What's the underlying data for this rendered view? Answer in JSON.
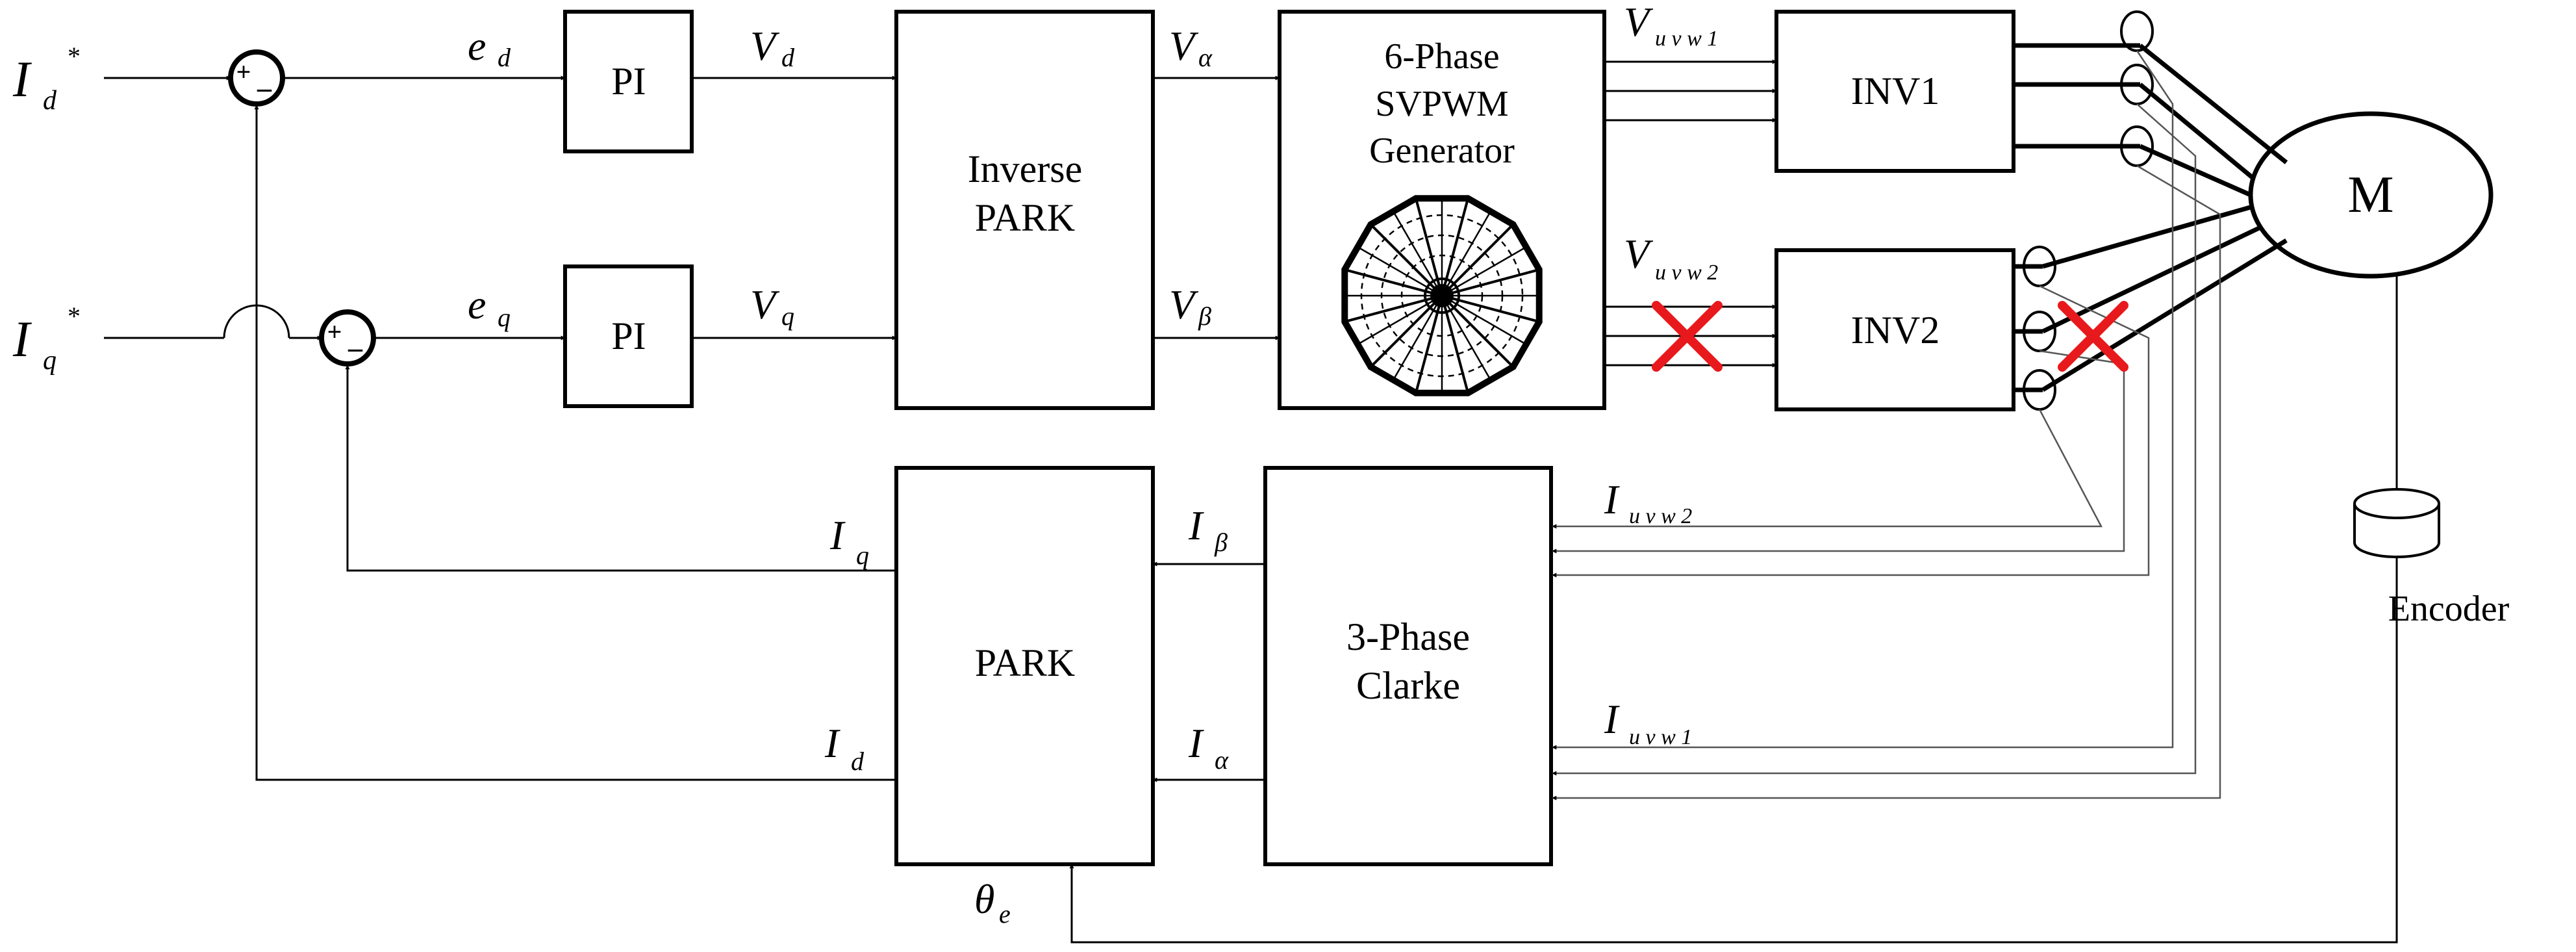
{
  "blocks": {
    "pi_d": "PI",
    "pi_q": "PI",
    "inverse_park": [
      "Inverse",
      "PARK"
    ],
    "svpwm": [
      "6-Phase",
      "SVPWM",
      "Generator"
    ],
    "inv1": "INV1",
    "inv2": "INV2",
    "park": "PARK",
    "clarke": [
      "3-Phase",
      "Clarke"
    ],
    "motor": "M",
    "encoder": "Encoder"
  },
  "summers": {
    "plus": "+",
    "minus": "–"
  },
  "signals": {
    "id_ref": {
      "main": "I",
      "sub": "d",
      "sup": "*"
    },
    "iq_ref": {
      "main": "I",
      "sub": "q",
      "sup": "*"
    },
    "ed": {
      "main": "e",
      "sub": "d"
    },
    "eq": {
      "main": "e",
      "sub": "q"
    },
    "vd": {
      "main": "V",
      "sub": "d"
    },
    "vq": {
      "main": "V",
      "sub": "q"
    },
    "v_alpha": {
      "main": "V",
      "sub": "α"
    },
    "v_beta": {
      "main": "V",
      "sub": "β"
    },
    "v_uvw1": {
      "main": "V",
      "sub": "u v w 1"
    },
    "v_uvw2": {
      "main": "V",
      "sub": "u v w 2"
    },
    "iq": {
      "main": "I",
      "sub": "q"
    },
    "id": {
      "main": "I",
      "sub": "d"
    },
    "i_beta": {
      "main": "I",
      "sub": "β"
    },
    "i_alpha": {
      "main": "I",
      "sub": "α"
    },
    "i_uvw2": {
      "main": "I",
      "sub": "u v w 2"
    },
    "i_uvw1": {
      "main": "I",
      "sub": "u v w 1"
    },
    "theta_e": {
      "main": "θ",
      "sub": "e"
    }
  },
  "faults": [
    "inv2-input-fault",
    "inv2-output-fault"
  ],
  "colors": {
    "line": "#000000",
    "feedback": "#555555",
    "fault": "#e8191c"
  }
}
